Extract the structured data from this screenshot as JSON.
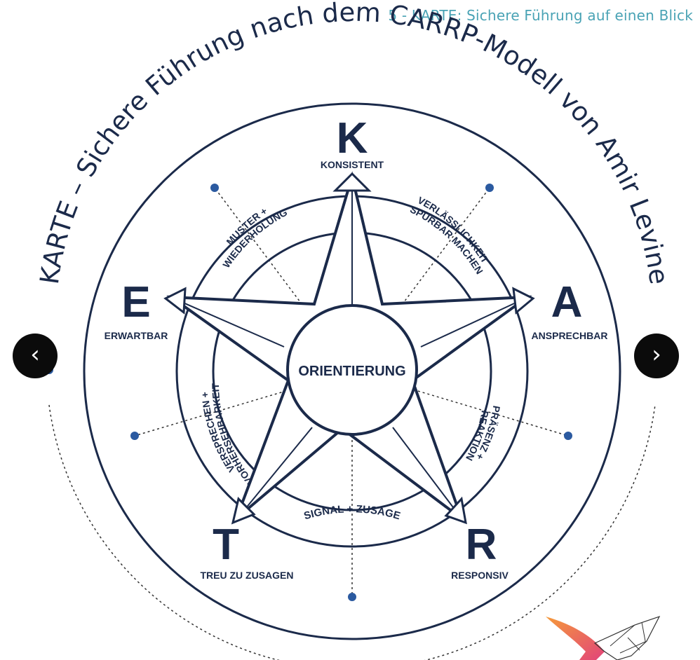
{
  "caption": "5 - KARTE: Sichere Führung auf einen Blick",
  "diagram": {
    "title": "KARTE – Sichere Führung nach dem CARRP-Modell von Amir Levine",
    "center": "ORIENTIERUNG",
    "points": [
      {
        "letter": "K",
        "label": "KONSISTENT"
      },
      {
        "letter": "A",
        "label": "ANSPRECHBAR"
      },
      {
        "letter": "R",
        "label": "RESPONSIV"
      },
      {
        "letter": "T",
        "label": "TREU ZU ZUSAGEN"
      },
      {
        "letter": "E",
        "label": "ERWARTBAR"
      }
    ],
    "connectors": [
      {
        "from": "K",
        "to": "A",
        "line1": "VERLÄSSLICHKEIT",
        "line2": "SPÜRBAR MACHEN"
      },
      {
        "from": "A",
        "to": "R",
        "line1": "PRÄSENZ +",
        "line2": "REAKTION"
      },
      {
        "from": "R",
        "to": "T",
        "line1": "SIGNAL + ZUSAGE",
        "line2": ""
      },
      {
        "from": "T",
        "to": "E",
        "line1": "VERSPRECHEN +",
        "line2": "VORHERSEHBARKEIT"
      },
      {
        "from": "E",
        "to": "K",
        "line1": "MUSTER +",
        "line2": "WIEDERHOLUNG"
      }
    ]
  },
  "nav": {
    "prev": "‹",
    "next": "›"
  },
  "colors": {
    "navy": "#1b2a4a",
    "dot": "#2b5aa0",
    "caption": "#4aa3b5",
    "nav_bg": "#0b0b0b",
    "logo_warm": "#f59a3a",
    "logo_pink": "#e2447a"
  },
  "icons": {
    "logo": "bird-logo-icon",
    "prev": "chevron-left-icon",
    "next": "chevron-right-icon"
  }
}
